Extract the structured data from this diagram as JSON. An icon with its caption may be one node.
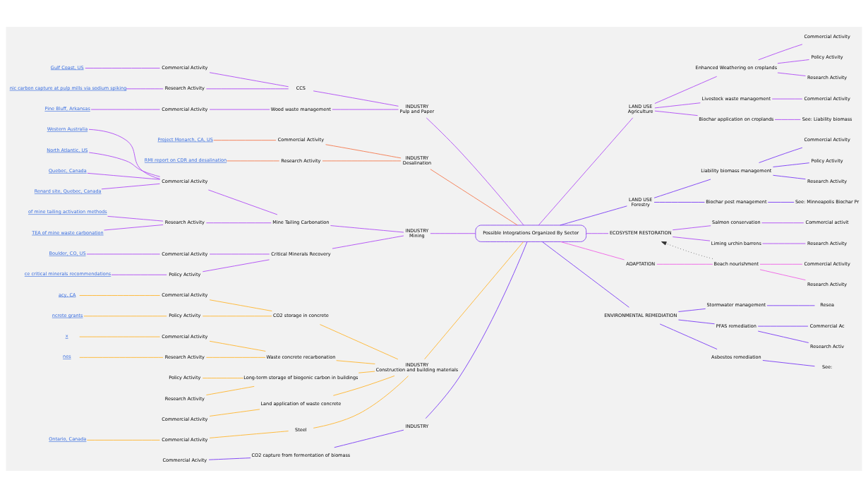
{
  "diagram": {
    "nodes": [
      {
        "text": [
          "Possible Integrations Organized By Sector"
        ]
      },
      {
        "text": [
          "INDUSTRY",
          "Pulp and Paper"
        ]
      },
      {
        "text": [
          "CCS"
        ]
      },
      {
        "text": [
          "Commercial Activity"
        ]
      },
      {
        "text": [
          "Gulf Coast, US"
        ]
      },
      {
        "text": [
          "Research Activity"
        ]
      },
      {
        "text": [
          "nic carbon capture at pulp mills via sodium spiking"
        ]
      },
      {
        "text": [
          "Wood waste management"
        ]
      },
      {
        "text": [
          "Commercial Activity"
        ]
      },
      {
        "text": [
          "Pine Bluff, Arkansas"
        ]
      },
      {
        "text": [
          "INDUSTRY",
          "Desalination"
        ]
      },
      {
        "text": [
          "Commercial Activity"
        ]
      },
      {
        "text": [
          "Project Monarch, CA, US"
        ]
      },
      {
        "text": [
          "Research Activity"
        ]
      },
      {
        "text": [
          "RMI report on CDR and desalination"
        ]
      },
      {
        "text": [
          "INDUSTRY",
          "Mining"
        ]
      },
      {
        "text": [
          "Mine Tailing Carbonation"
        ]
      },
      {
        "text": [
          "Commercial Activity"
        ]
      },
      {
        "text": [
          "Western Australia"
        ]
      },
      {
        "text": [
          "North Atlantic, US"
        ]
      },
      {
        "text": [
          "Quebec, Canada"
        ]
      },
      {
        "text": [
          "Renard site, Quebec, Canada"
        ]
      },
      {
        "text": [
          "Research Activity"
        ]
      },
      {
        "text": [
          "of mine tailing activation methods"
        ]
      },
      {
        "text": [
          "TEA of mine waste carbonation"
        ]
      },
      {
        "text": [
          "Critical Minerals Recovery"
        ]
      },
      {
        "text": [
          "Commercial Activity"
        ]
      },
      {
        "text": [
          "Boulder, CO, US"
        ]
      },
      {
        "text": [
          "Policy Activity"
        ]
      },
      {
        "text": [
          "ce critical minerals recommendations"
        ]
      },
      {
        "text": [
          "INDUSTRY",
          "Construction and building materials"
        ]
      },
      {
        "text": [
          "CO2 storage in concrete"
        ]
      },
      {
        "text": [
          "Commercial Activity"
        ]
      },
      {
        "text": [
          "acy, CA"
        ]
      },
      {
        "text": [
          "Policy Activity"
        ]
      },
      {
        "text": [
          "ncrete grants"
        ]
      },
      {
        "text": [
          "Waste concrete recarbonation"
        ]
      },
      {
        "text": [
          "Commercial Activity"
        ]
      },
      {
        "text": [
          "x"
        ]
      },
      {
        "text": [
          "Research Activity"
        ]
      },
      {
        "text": [
          "nes"
        ]
      },
      {
        "text": [
          "Long-term storage of biogenic carbon in buildings"
        ]
      },
      {
        "text": [
          "Policy Activity"
        ]
      },
      {
        "text": [
          "Research Activity"
        ]
      },
      {
        "text": [
          "Land application of waste concrete"
        ]
      },
      {
        "text": [
          "Commercial Activity"
        ]
      },
      {
        "text": [
          "Steel"
        ]
      },
      {
        "text": [
          "Commercial Activity"
        ]
      },
      {
        "text": [
          "Ontario, Canada"
        ]
      },
      {
        "text": [
          "INDUSTRY"
        ]
      },
      {
        "text": [
          "CO2 capture from fermentation of biomass"
        ]
      },
      {
        "text": [
          "Commercial Acivity"
        ]
      },
      {
        "text": [
          "LAND USE",
          "Agriculture"
        ]
      },
      {
        "text": [
          "Enhanced Weathering on croplands"
        ]
      },
      {
        "text": [
          "Commercial Activity"
        ]
      },
      {
        "text": [
          "Policy Activity"
        ]
      },
      {
        "text": [
          "Research Activity"
        ]
      },
      {
        "text": [
          "Livestock waste management"
        ]
      },
      {
        "text": [
          "Commercial Activity"
        ]
      },
      {
        "text": [
          "Biochar application on croplands"
        ]
      },
      {
        "text": [
          "See: Liability biomass"
        ]
      },
      {
        "text": [
          "LAND USE",
          "Forestry"
        ]
      },
      {
        "text": [
          "Liability biomass management"
        ]
      },
      {
        "text": [
          "Commercial Activity"
        ]
      },
      {
        "text": [
          "Policy Activity"
        ]
      },
      {
        "text": [
          "Research Activity"
        ]
      },
      {
        "text": [
          "Biochar pest management"
        ]
      },
      {
        "text": [
          "See: Minneapolis Biochar Pr"
        ]
      },
      {
        "text": [
          "ECOSYSTEM RESTORATION"
        ]
      },
      {
        "text": [
          "Salmon conservation"
        ]
      },
      {
        "text": [
          "Commercial activit"
        ]
      },
      {
        "text": [
          "Liming urchin barrens"
        ]
      },
      {
        "text": [
          "Research Activity"
        ]
      },
      {
        "text": [
          "ADAPTATION"
        ]
      },
      {
        "text": [
          "Beach nourishment"
        ]
      },
      {
        "text": [
          "Commercial Activity"
        ]
      },
      {
        "text": [
          "Research Activity"
        ]
      },
      {
        "text": [
          "ENVIRONMENTAL REMEDIATION"
        ]
      },
      {
        "text": [
          "Stormwater management"
        ]
      },
      {
        "text": [
          "Resea"
        ]
      },
      {
        "text": [
          "PFAS remediation"
        ]
      },
      {
        "text": [
          "Commercial Ac"
        ]
      },
      {
        "text": [
          "Research Activ"
        ]
      },
      {
        "text": [
          "Asbestos remediation"
        ]
      },
      {
        "text": [
          "See:"
        ]
      }
    ],
    "edges": [
      {
        "from": 4,
        "to": 3,
        "arrow": "none"
      },
      {
        "from": 3,
        "to": 2,
        "arrow": "none"
      },
      {
        "from": 6,
        "to": 5,
        "arrow": "none"
      },
      {
        "from": 5,
        "to": 2,
        "arrow": "none"
      },
      {
        "from": 2,
        "to": 1,
        "arrow": "none"
      },
      {
        "from": 9,
        "to": 8,
        "arrow": "none"
      },
      {
        "from": 8,
        "to": 7,
        "arrow": "none"
      },
      {
        "from": 7,
        "to": 1,
        "arrow": "none"
      },
      {
        "from": 1,
        "to": 0,
        "arrow": "none"
      },
      {
        "from": 12,
        "to": 11,
        "arrow": "none",
        "color": "#f47a4f"
      },
      {
        "from": 11,
        "to": 10,
        "arrow": "none",
        "color": "#f47a4f"
      },
      {
        "from": 14,
        "to": 13,
        "arrow": "none",
        "color": "#f47a4f"
      },
      {
        "from": 13,
        "to": 10,
        "arrow": "none",
        "color": "#f47a4f"
      },
      {
        "from": 10,
        "to": 0,
        "arrow": "none",
        "color": "#f47a4f"
      },
      {
        "from": 18,
        "to": 17,
        "arrow": "none"
      },
      {
        "from": 19,
        "to": 17,
        "arrow": "none"
      },
      {
        "from": 20,
        "to": 17,
        "arrow": "none"
      },
      {
        "from": 21,
        "to": 17,
        "arrow": "none"
      },
      {
        "from": 17,
        "to": 16,
        "arrow": "none"
      },
      {
        "from": 23,
        "to": 22,
        "arrow": "none"
      },
      {
        "from": 24,
        "to": 22,
        "arrow": "none"
      },
      {
        "from": 22,
        "to": 16,
        "arrow": "none"
      },
      {
        "from": 16,
        "to": 15,
        "arrow": "none"
      },
      {
        "from": 27,
        "to": 26,
        "arrow": "none"
      },
      {
        "from": 26,
        "to": 25,
        "arrow": "none"
      },
      {
        "from": 29,
        "to": 28,
        "arrow": "none"
      },
      {
        "from": 28,
        "to": 25,
        "arrow": "none"
      },
      {
        "from": 25,
        "to": 15,
        "arrow": "none"
      },
      {
        "from": 15,
        "to": 0,
        "arrow": "none"
      },
      {
        "from": 33,
        "to": 32,
        "arrow": "none",
        "color": "#ffb52e"
      },
      {
        "from": 32,
        "to": 31,
        "arrow": "none",
        "color": "#ffb52e"
      },
      {
        "from": 35,
        "to": 34,
        "arrow": "none",
        "color": "#ffb52e"
      },
      {
        "from": 34,
        "to": 31,
        "arrow": "none",
        "color": "#ffb52e"
      },
      {
        "from": 31,
        "to": 30,
        "arrow": "none",
        "color": "#ffb52e"
      },
      {
        "from": 38,
        "to": 37,
        "arrow": "none",
        "color": "#ffb52e"
      },
      {
        "from": 37,
        "to": 36,
        "arrow": "none",
        "color": "#ffb52e"
      },
      {
        "from": 40,
        "to": 39,
        "arrow": "none",
        "color": "#ffb52e"
      },
      {
        "from": 39,
        "to": 36,
        "arrow": "none",
        "color": "#ffb52e"
      },
      {
        "from": 36,
        "to": 30,
        "arrow": "none",
        "color": "#ffb52e"
      },
      {
        "from": 42,
        "to": 41,
        "arrow": "none",
        "color": "#ffb52e"
      },
      {
        "from": 43,
        "to": 41,
        "arrow": "none",
        "color": "#ffb52e"
      },
      {
        "from": 41,
        "to": 30,
        "arrow": "none",
        "color": "#ffb52e"
      },
      {
        "from": 45,
        "to": 44,
        "arrow": "none",
        "color": "#ffb52e"
      },
      {
        "from": 44,
        "to": 30,
        "arrow": "none",
        "color": "#ffb52e"
      },
      {
        "from": 48,
        "to": 47,
        "arrow": "none",
        "color": "#ffb52e"
      },
      {
        "from": 47,
        "to": 46,
        "arrow": "none",
        "color": "#ffb52e"
      },
      {
        "from": 46,
        "to": 30,
        "arrow": "none",
        "color": "#ffb52e"
      },
      {
        "from": 30,
        "to": 0,
        "arrow": "none",
        "color": "#ffb52e"
      },
      {
        "from": 51,
        "to": 50,
        "arrow": "none",
        "color": "#7b3cf5"
      },
      {
        "from": 50,
        "to": 49,
        "arrow": "none",
        "color": "#7b3cf5"
      },
      {
        "from": 49,
        "to": 0,
        "arrow": "none",
        "color": "#7b3cf5"
      },
      {
        "from": 0,
        "to": 52,
        "arrow": "none"
      },
      {
        "from": 52,
        "to": 53,
        "arrow": "none"
      },
      {
        "from": 53,
        "to": 54,
        "arrow": "none"
      },
      {
        "from": 53,
        "to": 55,
        "arrow": "none"
      },
      {
        "from": 53,
        "to": 56,
        "arrow": "none"
      },
      {
        "from": 52,
        "to": 57,
        "arrow": "none"
      },
      {
        "from": 57,
        "to": 58,
        "arrow": "none"
      },
      {
        "from": 52,
        "to": 59,
        "arrow": "none"
      },
      {
        "from": 59,
        "to": 60,
        "arrow": "none"
      },
      {
        "from": 0,
        "to": 61,
        "arrow": "none",
        "color": "#7b3cf5"
      },
      {
        "from": 61,
        "to": 62,
        "arrow": "none",
        "color": "#7b3cf5"
      },
      {
        "from": 62,
        "to": 63,
        "arrow": "none",
        "color": "#7b3cf5"
      },
      {
        "from": 62,
        "to": 64,
        "arrow": "none",
        "color": "#7b3cf5"
      },
      {
        "from": 62,
        "to": 65,
        "arrow": "none",
        "color": "#7b3cf5"
      },
      {
        "from": 61,
        "to": 66,
        "arrow": "none",
        "color": "#7b3cf5"
      },
      {
        "from": 66,
        "to": 67,
        "arrow": "none",
        "color": "#7b3cf5"
      },
      {
        "from": 0,
        "to": 68,
        "arrow": "none"
      },
      {
        "from": 68,
        "to": 69,
        "arrow": "none"
      },
      {
        "from": 69,
        "to": 70,
        "arrow": "none"
      },
      {
        "from": 68,
        "to": 71,
        "arrow": "none"
      },
      {
        "from": 71,
        "to": 72,
        "arrow": "none"
      },
      {
        "from": 0,
        "to": 73,
        "arrow": "none",
        "color": "#f062e6"
      },
      {
        "from": 73,
        "to": 74,
        "arrow": "none",
        "color": "#f062e6"
      },
      {
        "from": 74,
        "to": 75,
        "arrow": "none",
        "color": "#f062e6"
      },
      {
        "from": 74,
        "to": 76,
        "arrow": "none",
        "color": "#f062e6"
      },
      {
        "from": 74,
        "to": 68,
        "arrow": "to",
        "style": "dashed",
        "color": "#333333"
      },
      {
        "from": 0,
        "to": 77,
        "arrow": "none",
        "color": "#7b3cf5"
      },
      {
        "from": 77,
        "to": 78,
        "arrow": "none",
        "color": "#7b3cf5"
      },
      {
        "from": 78,
        "to": 79,
        "arrow": "none",
        "color": "#7b3cf5"
      },
      {
        "from": 77,
        "to": 80,
        "arrow": "none",
        "color": "#7b3cf5"
      },
      {
        "from": 80,
        "to": 81,
        "arrow": "none",
        "color": "#7b3cf5"
      },
      {
        "from": 80,
        "to": 82,
        "arrow": "none",
        "color": "#7b3cf5"
      },
      {
        "from": 77,
        "to": 83,
        "arrow": "none",
        "color": "#7b3cf5"
      },
      {
        "from": 83,
        "to": 84,
        "arrow": "none",
        "color": "#7b3cf5"
      }
    ]
  }
}
